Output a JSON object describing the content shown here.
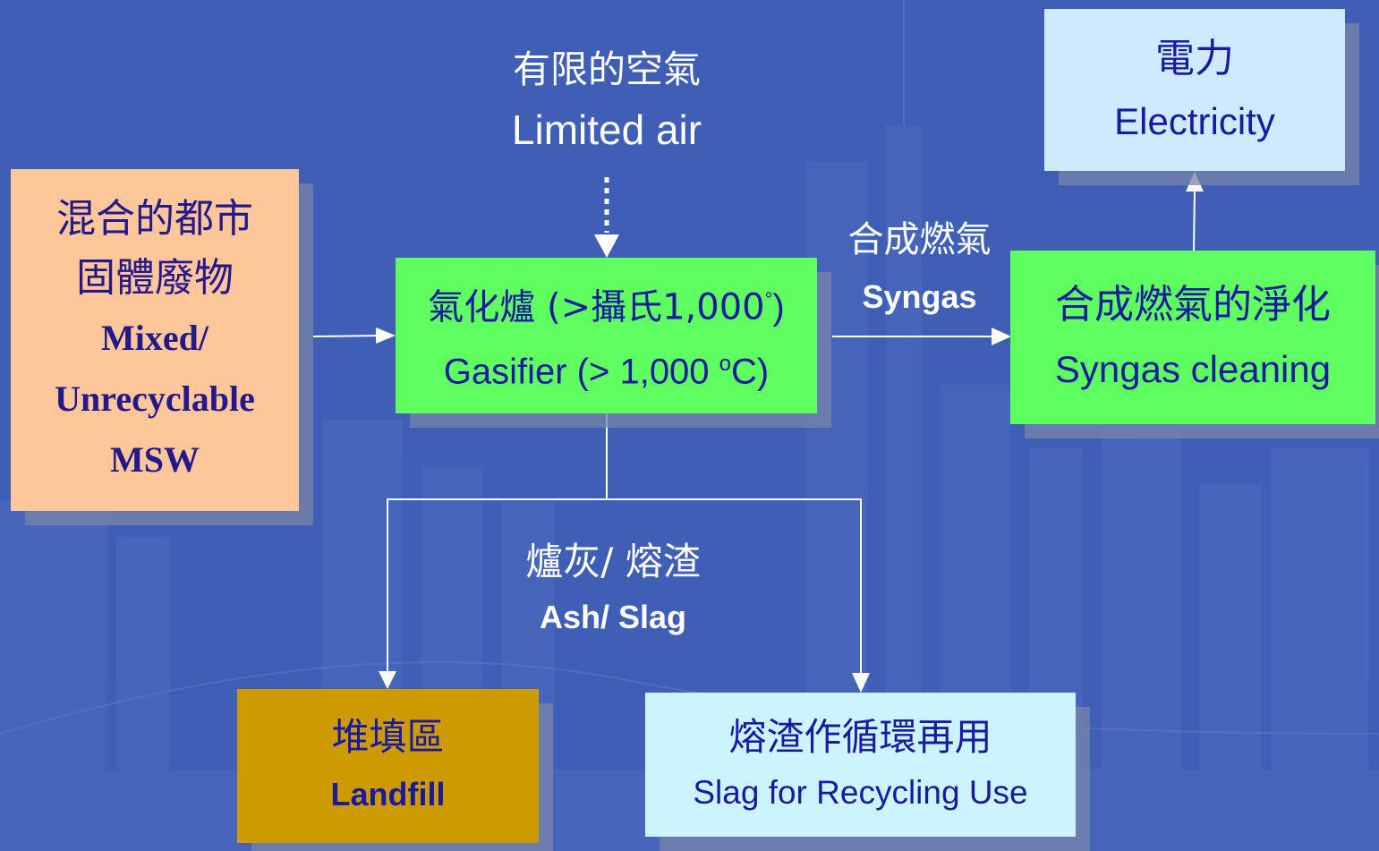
{
  "colors": {
    "background": "#3f5fb6",
    "msw_box": "#fec79a",
    "msw_text": "#24188a",
    "green_box": "#5fff5f",
    "green_text": "#1a1aa0",
    "landfill_box": "#cd9a00",
    "light_box": "#ccf4ff",
    "electricity_box": "#cdeaff",
    "arrow": "#ffffff"
  },
  "diagram": {
    "msw": {
      "zh_line1": "混合的都市",
      "zh_line2": "固體廢物",
      "en_line1": "Mixed/",
      "en_line2": "Unrecyclable",
      "en_line3": "MSW"
    },
    "limited_air": {
      "zh": "有限的空氣",
      "en": "Limited air"
    },
    "gasifier": {
      "zh": "氣化爐 (>攝氏1,000",
      "zh_degree": "°",
      "zh_close": ")",
      "en_pre": "Gasifier (> 1,000 ",
      "en_sup": "o",
      "en_post": "C)"
    },
    "syngas": {
      "zh": "合成燃氣",
      "en": "Syngas"
    },
    "cleaning": {
      "zh": "合成燃氣的淨化",
      "en": "Syngas cleaning"
    },
    "electricity": {
      "zh": "電力",
      "en": "Electricity"
    },
    "ash": {
      "zh": "爐灰/ 熔渣",
      "en": "Ash/ Slag"
    },
    "landfill": {
      "zh": "堆填區",
      "en": "Landfill"
    },
    "recycling": {
      "zh": "熔渣作循環再用",
      "en": "Slag for Recycling Use"
    }
  }
}
